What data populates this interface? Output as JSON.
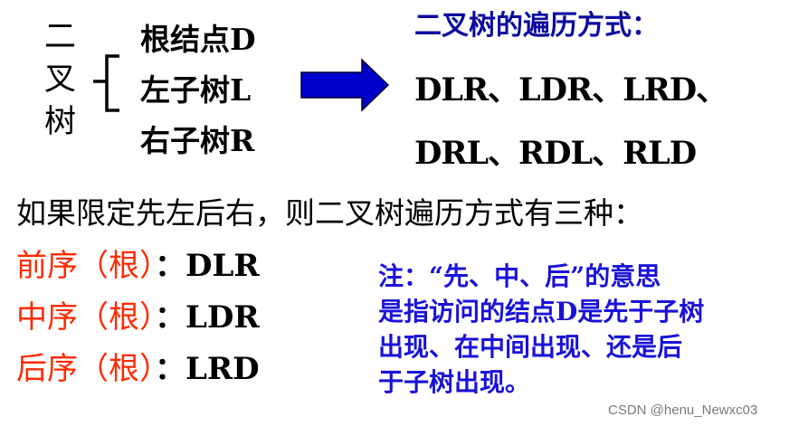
{
  "tree": {
    "label_chars": [
      "二",
      "叉",
      "树"
    ],
    "components": [
      "根结点D",
      "左子树L",
      "右子树R"
    ]
  },
  "traversal": {
    "title": "二叉树的遍历方式：",
    "line1": "DLR、LDR、LRD、",
    "line2": "DRL、RDL、RLD"
  },
  "restriction": "如果限定先左后右，则二叉树遍历方式有三种：",
  "orders": [
    {
      "name": "前序（根）",
      "sep": "：",
      "code": "DLR"
    },
    {
      "name": "中序（根）",
      "sep": "：",
      "code": "LDR"
    },
    {
      "name": "后序（根）",
      "sep": "：",
      "code": "LRD"
    }
  ],
  "note_lines": [
    "注：“先、中、后”的意思",
    "是指访问的结点D是先于子树",
    "出现、在中间出现、还是后",
    "于子树出现。"
  ],
  "watermark": "CSDN @henu_Newxc03",
  "colors": {
    "text": "#000000",
    "title": "#0b0b9f",
    "orders": "#ff2a00",
    "note": "#1a12d8",
    "arrow_fill": "#0000cc",
    "arrow_stroke": "#000033"
  }
}
